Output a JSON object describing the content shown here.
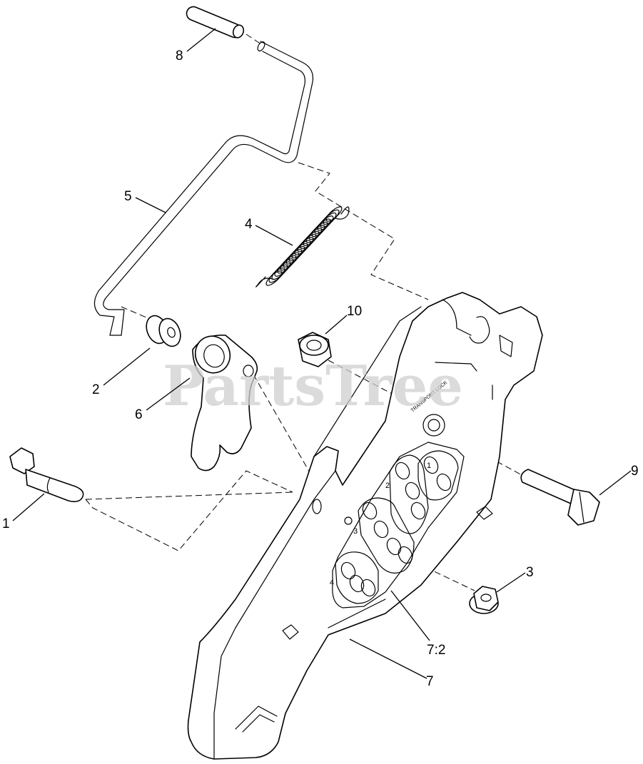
{
  "watermark": "PartsTree",
  "plate_text": {
    "transport_lock": "TRANSPORT LOCK",
    "groups": [
      "1",
      "2",
      "3",
      "4"
    ]
  },
  "callouts": {
    "c1": "1",
    "c2": "2",
    "c3": "3",
    "c4": "4",
    "c5": "5",
    "c6": "6",
    "c7": "7",
    "c7_2": "7:2",
    "c8": "8",
    "c9": "9",
    "c10": "10"
  }
}
